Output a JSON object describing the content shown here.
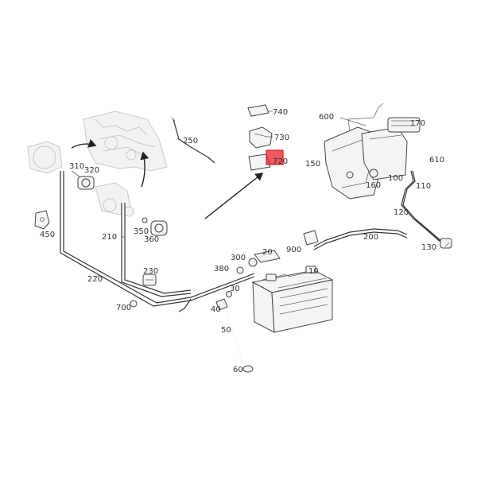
{
  "callouts": {
    "c10": "10",
    "c20": "20",
    "c30": "30",
    "c40": "40",
    "c50": "50",
    "c60": "60",
    "c100": "100",
    "c110": "110",
    "c120": "120",
    "c130": "130",
    "c150": "150",
    "c160": "160",
    "c170": "170",
    "c200": "200",
    "c210": "210",
    "c220": "220",
    "c230": "230",
    "c250": "250",
    "c300": "300",
    "c310": "310",
    "c320": "320",
    "c350": "350",
    "c360": "360",
    "c380": "380",
    "c450": "450",
    "c600": "600",
    "c610": "610",
    "c700": "700",
    "c720": "720",
    "c730": "730",
    "c740": "740",
    "c900": "900"
  },
  "colors": {
    "highlight": "#e8202a",
    "line": "#444444",
    "ghost": "#c8c8c8"
  }
}
